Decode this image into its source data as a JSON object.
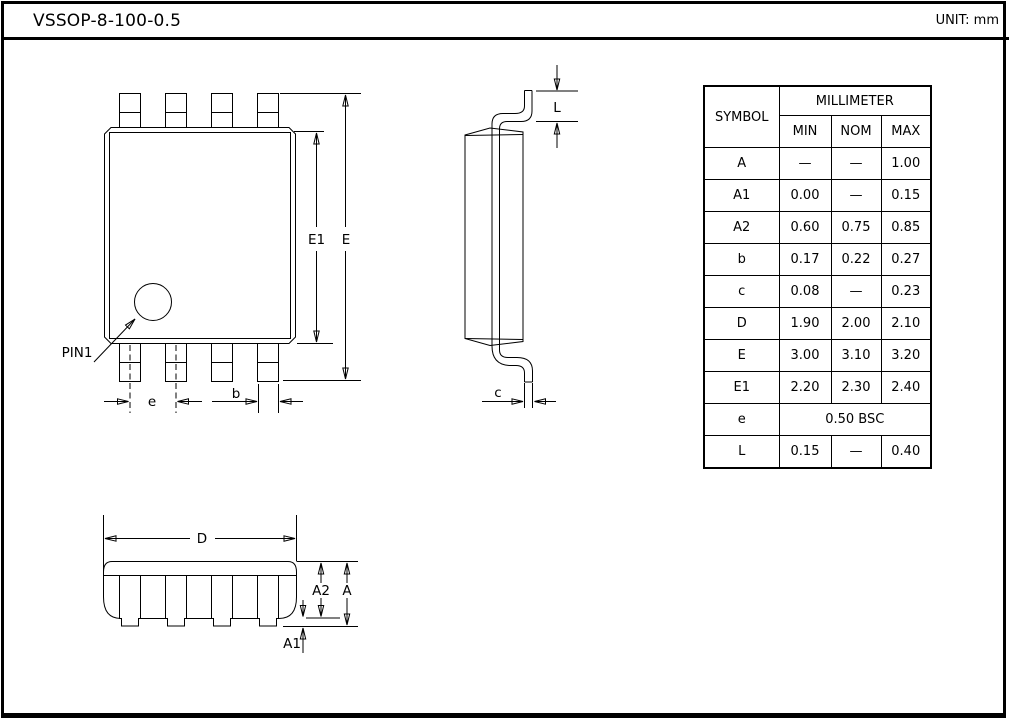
{
  "header": {
    "title": "VSSOP-8-100-0.5",
    "unit_label": "UNIT: mm"
  },
  "drawings": {
    "top_view": {
      "pin1_label": "PIN1",
      "dim_E1": "E1",
      "dim_E": "E",
      "dim_e": "e",
      "dim_b": "b"
    },
    "side_view": {
      "dim_L": "L",
      "dim_c": "c"
    },
    "front_view": {
      "dim_D": "D",
      "dim_A2": "A2",
      "dim_A": "A",
      "dim_A1": "A1"
    }
  },
  "table": {
    "symbol_header": "SYMBOL",
    "unit_header": "MILLIMETER",
    "col_headers": [
      "MIN",
      "NOM",
      "MAX"
    ],
    "rows": [
      {
        "symbol": "A",
        "min": "—",
        "nom": "—",
        "max": "1.00"
      },
      {
        "symbol": "A1",
        "min": "0.00",
        "nom": "—",
        "max": "0.15"
      },
      {
        "symbol": "A2",
        "min": "0.60",
        "nom": "0.75",
        "max": "0.85"
      },
      {
        "symbol": "b",
        "min": "0.17",
        "nom": "0.22",
        "max": "0.27"
      },
      {
        "symbol": "c",
        "min": "0.08",
        "nom": "—",
        "max": "0.23"
      },
      {
        "symbol": "D",
        "min": "1.90",
        "nom": "2.00",
        "max": "2.10"
      },
      {
        "symbol": "E",
        "min": "3.00",
        "nom": "3.10",
        "max": "3.20"
      },
      {
        "symbol": "E1",
        "min": "2.20",
        "nom": "2.30",
        "max": "2.40"
      },
      {
        "symbol": "e",
        "span": "0.50 BSC"
      },
      {
        "symbol": "L",
        "min": "0.15",
        "nom": "—",
        "max": "0.40"
      }
    ]
  }
}
